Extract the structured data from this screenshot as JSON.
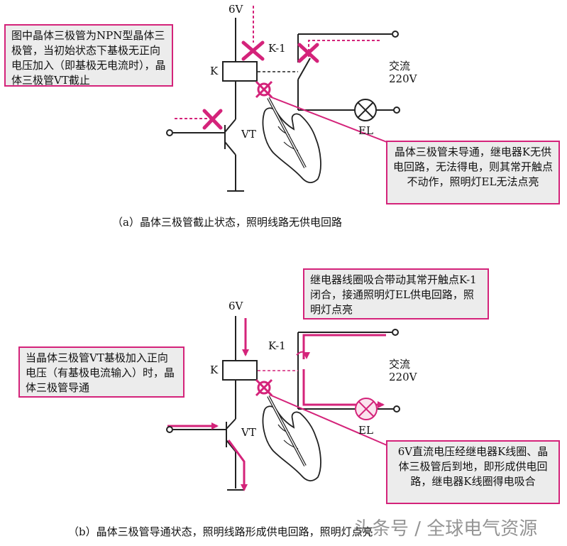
{
  "panel_a": {
    "supply": "6V",
    "relay": "K",
    "contact": "K-1",
    "transistor": "VT",
    "lamp": "EL",
    "ac_line1": "交流",
    "ac_line2": "220V",
    "note_left": "图中晶体三极管为NPN型晶体三极管，当初始状态下基极无正向电压加入（即基极无电流时），晶体三极管VT截止",
    "note_right": "晶体三极管未导通，继电器K无供电回路，无法得电，则其常开触点不动作，照明灯EL无法点亮",
    "caption": "（a）晶体三极管截止状态，照明线路无供电回路"
  },
  "panel_b": {
    "supply": "6V",
    "relay": "K",
    "contact": "K-1",
    "transistor": "VT",
    "lamp": "EL",
    "ac_line1": "交流",
    "ac_line2": "220V",
    "note_top": "继电器线圈吸合带动其常开触点K-1闭合，接通照明灯EL供电回路，照明灯点亮",
    "note_left": "当晶体三极管VT基极加入正向电压（有基极电流输入）时，晶体三极管导通",
    "note_right": "6V直流电压经继电器K线圈、晶体三极管后到地，即形成供电回路，继电器K线圈得电吸合",
    "caption": "（b）晶体三极管导通状态，照明线路形成供电回路，照明灯点亮"
  },
  "watermark": "头条号 / 全球电气资源",
  "colors": {
    "accent": "#d4237a",
    "box_fill": "#ececec",
    "line": "#222222"
  }
}
